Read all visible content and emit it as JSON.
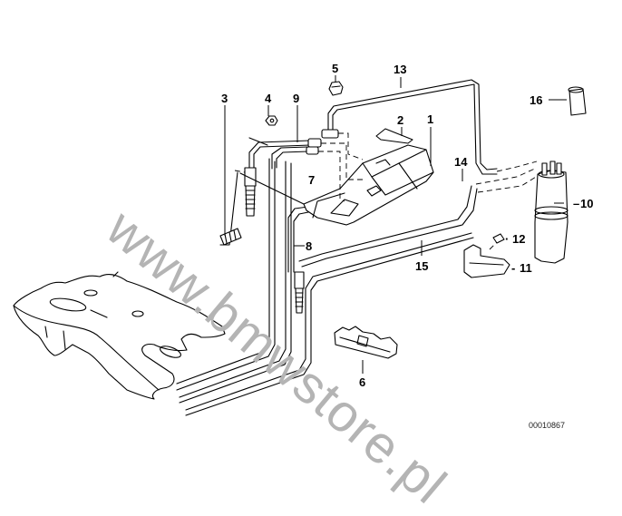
{
  "diagram": {
    "title": "Fuel tank breather valve / activated charcoal filter assembly",
    "reference_number": "00010867",
    "watermark": "www.bmwstore.pl",
    "colors": {
      "lines": "#000000",
      "watermark": "#b4b4b4",
      "background": "#ffffff"
    },
    "callouts": [
      {
        "id": "1",
        "label": "1"
      },
      {
        "id": "2",
        "label": "2"
      },
      {
        "id": "3",
        "label": "3"
      },
      {
        "id": "4",
        "label": "4"
      },
      {
        "id": "5",
        "label": "5"
      },
      {
        "id": "6",
        "label": "6"
      },
      {
        "id": "7",
        "label": "7"
      },
      {
        "id": "8",
        "label": "8"
      },
      {
        "id": "9",
        "label": "9"
      },
      {
        "id": "10",
        "label": "10"
      },
      {
        "id": "11",
        "label": "11"
      },
      {
        "id": "12",
        "label": "12"
      },
      {
        "id": "13",
        "label": "13"
      },
      {
        "id": "14",
        "label": "14"
      },
      {
        "id": "15",
        "label": "15"
      },
      {
        "id": "16",
        "label": "16"
      }
    ]
  }
}
